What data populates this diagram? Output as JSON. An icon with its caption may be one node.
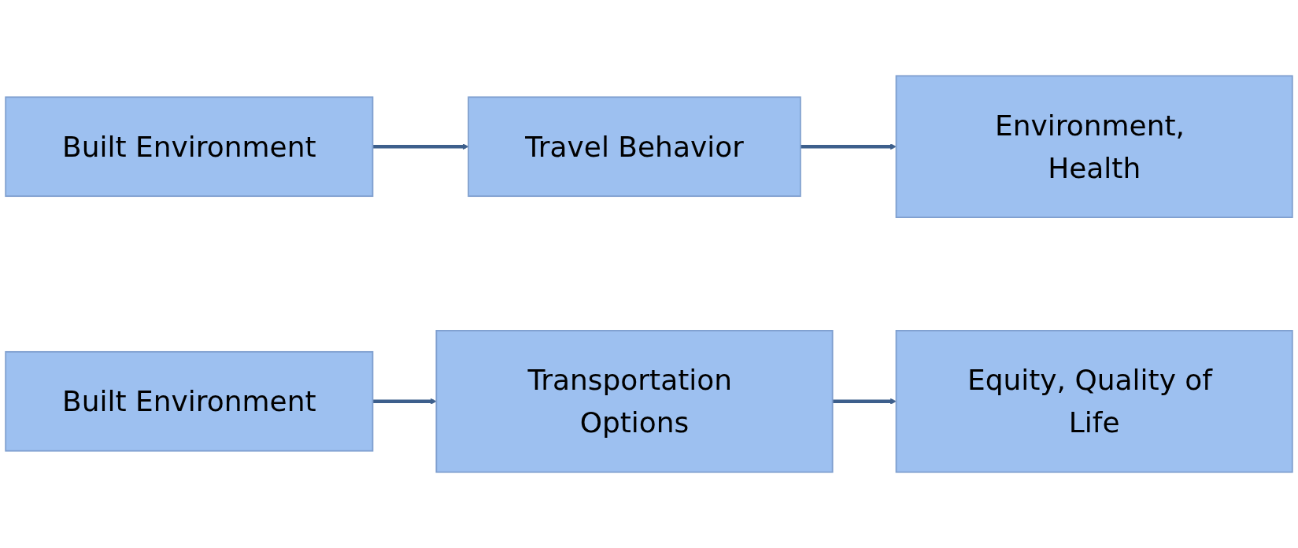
{
  "diagram": {
    "nodes": [
      {
        "text": [
          "Built Environment"
        ]
      },
      {
        "text": [
          "Travel Behavior"
        ]
      },
      {
        "text": [
          "Environment, Health"
        ]
      },
      {
        "text": [
          "Built Environment"
        ]
      },
      {
        "text": [
          "Transportation Options"
        ]
      },
      {
        "text": [
          "Equity, Quality of Life"
        ]
      }
    ],
    "edges": [
      {
        "from": 0,
        "to": 1,
        "arrow": "to"
      },
      {
        "from": 1,
        "to": 2,
        "arrow": "to"
      },
      {
        "from": 3,
        "to": 4,
        "arrow": "to"
      },
      {
        "from": 4,
        "to": 5,
        "arrow": "to"
      }
    ]
  }
}
